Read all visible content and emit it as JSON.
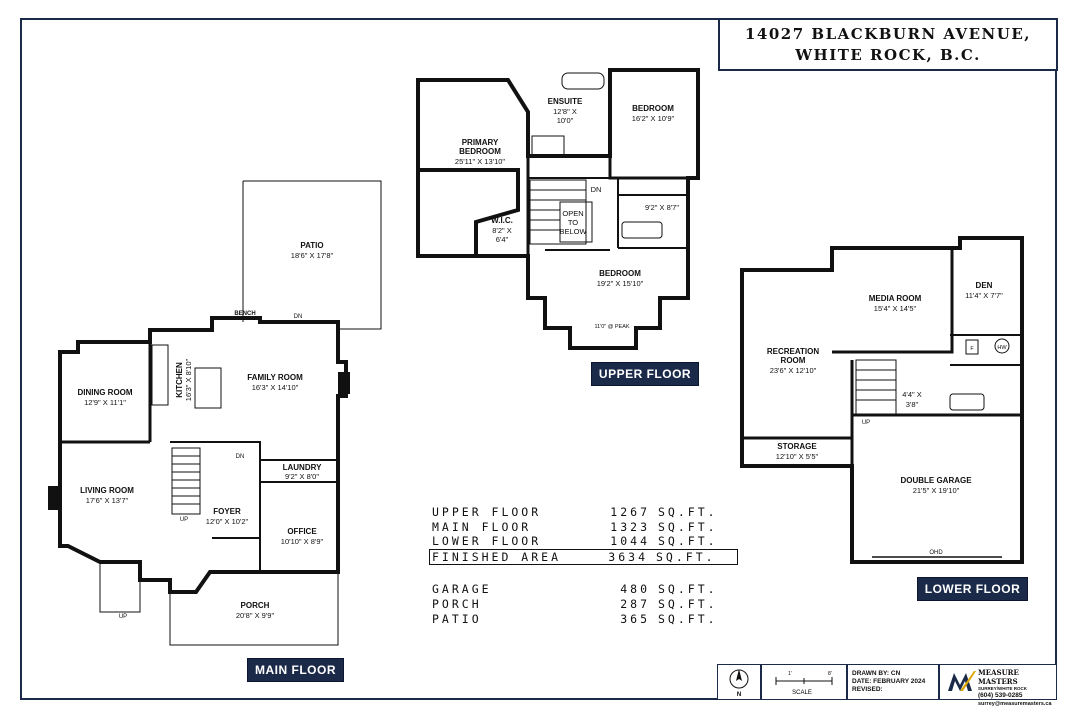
{
  "title": {
    "line1": "14027 BLACKBURN AVENUE,",
    "line2": "WHITE ROCK, B.C."
  },
  "floors": {
    "upper": "UPPER FLOOR",
    "main": "MAIN FLOOR",
    "lower": "LOWER FLOOR"
  },
  "rooms": {
    "patio": {
      "name": "PATIO",
      "dim": "18'6\" X 17'8\""
    },
    "primary_bedroom": {
      "name1": "PRIMARY",
      "name2": "BEDROOM",
      "dim": "25'11\" X 13'10\""
    },
    "ensuite": {
      "name": "ENSUITE",
      "dim1": "12'8\" X",
      "dim2": "10'0\""
    },
    "bedroom_upper_right": {
      "name": "BEDROOM",
      "dim": "16'2\" X 10'9\""
    },
    "bath_upper": {
      "dim": "9'2\" X 8'7\""
    },
    "wic": {
      "name": "W.I.C.",
      "dim1": "8'2\" X",
      "dim2": "6'4\""
    },
    "open_to_below": {
      "line1": "OPEN",
      "line2": "TO",
      "line3": "BELOW"
    },
    "bedroom_upper_bottom": {
      "name": "BEDROOM",
      "dim": "19'2\" X 15'10\""
    },
    "peak_note": "11'0\" @ PEAK",
    "dining_room": {
      "name": "DINING ROOM",
      "dim": "12'9\" X 11'1\""
    },
    "kitchen": {
      "name": "KITCHEN",
      "dim": "16'3\" X 8'10\""
    },
    "family_room": {
      "name": "FAMILY ROOM",
      "dim": "16'3\" X 14'10\""
    },
    "bench": "BENCH",
    "living_room": {
      "name": "LIVING ROOM",
      "dim": "17'6\" X 13'7\""
    },
    "laundry": {
      "name": "LAUNDRY",
      "dim": "9'2\" X 8'0\""
    },
    "foyer": {
      "name": "FOYER",
      "dim": "12'0\" X 10'2\""
    },
    "office": {
      "name": "OFFICE",
      "dim": "10'10\" X 8'9\""
    },
    "porch": {
      "name": "PORCH",
      "dim": "20'8\" X 9'9\""
    },
    "media_room": {
      "name": "MEDIA ROOM",
      "dim": "15'4\" X 14'5\""
    },
    "den": {
      "name": "DEN",
      "dim": "11'4\" X 7'7\""
    },
    "recreation_room": {
      "name1": "RECREATION",
      "name2": "ROOM",
      "dim": "23'6\" X 12'10\""
    },
    "lower_small": {
      "dim1": "4'4\" X",
      "dim2": "3'8\""
    },
    "storage": {
      "name": "STORAGE",
      "dim": "12'10\" X 5'5\""
    },
    "double_garage": {
      "name": "DOUBLE GARAGE",
      "dim": "21'5\" X 19'10\""
    },
    "hw": "HW",
    "f": "F",
    "ohd": "OHD"
  },
  "stairs": {
    "dn": "DN",
    "up": "UP"
  },
  "areas": [
    {
      "label": "UPPER FLOOR",
      "value": "1267",
      "unit": "SQ.FT."
    },
    {
      "label": "MAIN FLOOR",
      "value": "1323",
      "unit": "SQ.FT."
    },
    {
      "label": "LOWER FLOOR",
      "value": "1044",
      "unit": "SQ.FT."
    },
    {
      "label": "FINISHED AREA",
      "value": "3634",
      "unit": "SQ.FT."
    }
  ],
  "other_areas": [
    {
      "label": "GARAGE",
      "value": "480",
      "unit": "SQ.FT."
    },
    {
      "label": "PORCH",
      "value": "287",
      "unit": "SQ.FT."
    },
    {
      "label": "PATIO",
      "value": "365",
      "unit": "SQ.FT."
    }
  ],
  "title_block": {
    "north": "N",
    "scale_0": "1'",
    "scale_1": "8'",
    "scale_label": "SCALE",
    "drawn_by": "DRAWN BY: CN",
    "date": "DATE: FEBRUARY 2024",
    "revised": "REVISED:",
    "company": "MEASURE MASTERS",
    "company_sub": "SURREY/WHITE ROCK",
    "phone": "(604) 539-0285",
    "email": "surrey@measuremasters.ca"
  },
  "colors": {
    "navy": "#1c2a4a",
    "wall": "#111111"
  }
}
